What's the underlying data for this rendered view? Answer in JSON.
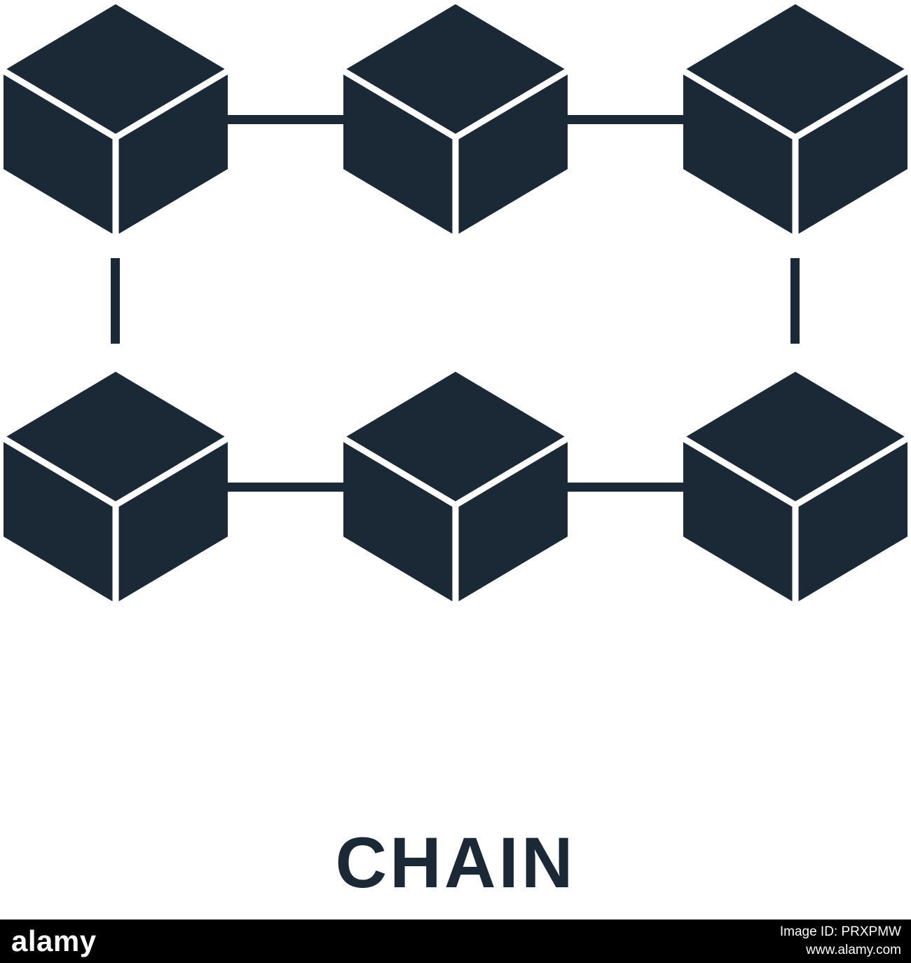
{
  "icon": {
    "label": "CHAIN",
    "color": "#1a2935",
    "name": "blockchain-chain-icon",
    "cube_count": 6,
    "rows": 2,
    "cubes_per_row": 3
  },
  "watermark": {
    "brand": "alamy",
    "image_id_label": "Image ID: PRXPMW",
    "url": "www.alamy.com"
  }
}
